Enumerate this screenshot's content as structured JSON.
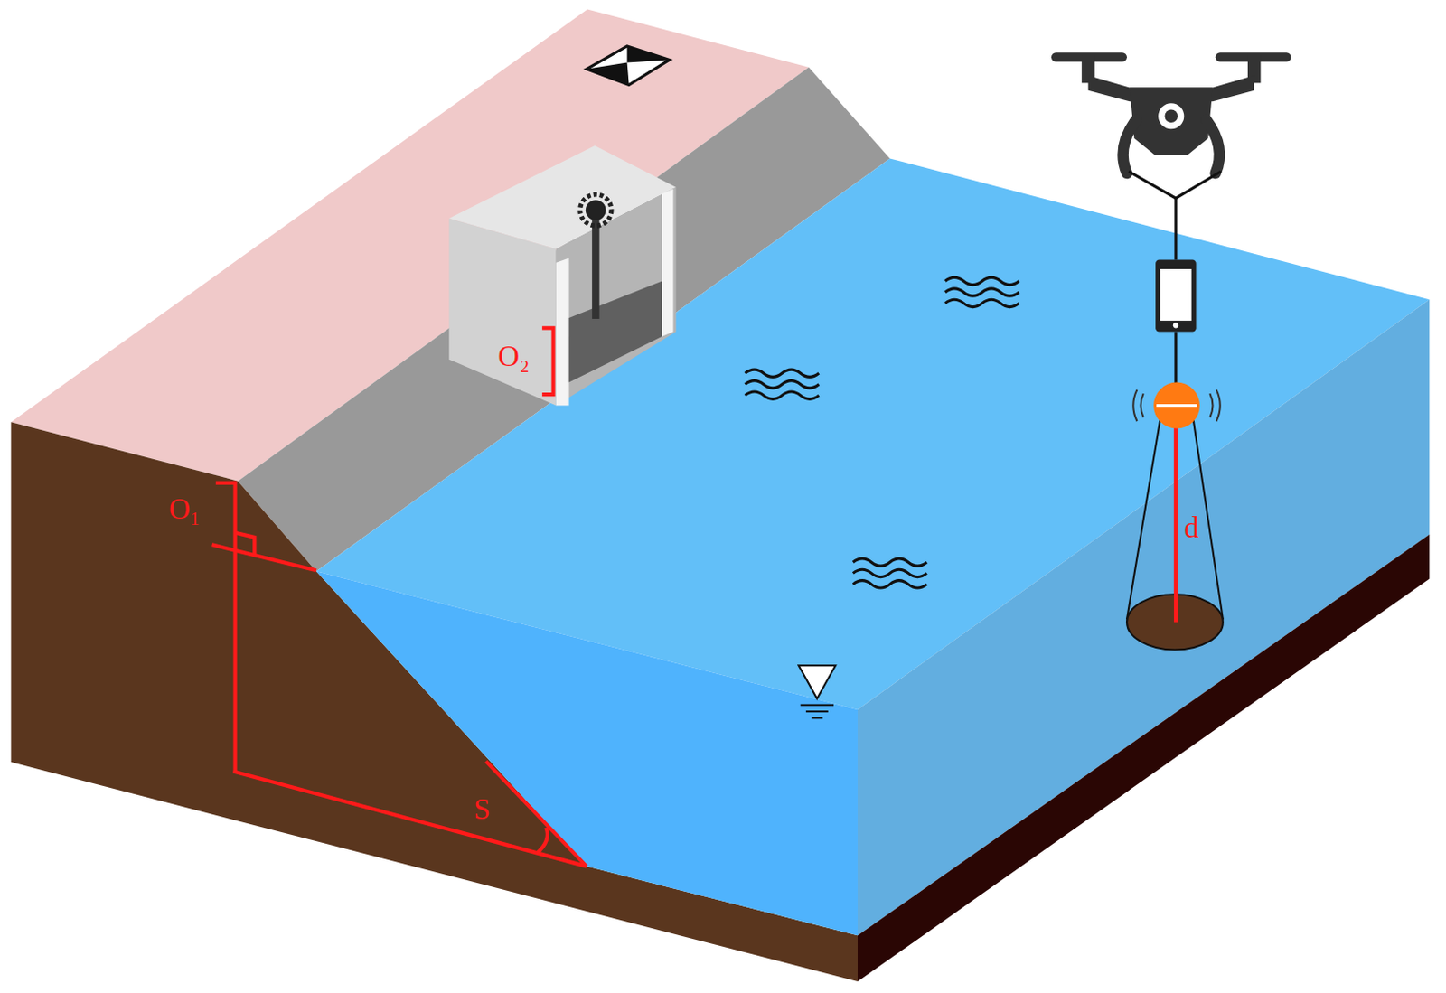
{
  "diagram": {
    "labels": [
      "O₂",
      "O₁",
      "d",
      "S"
    ]
  }
}
